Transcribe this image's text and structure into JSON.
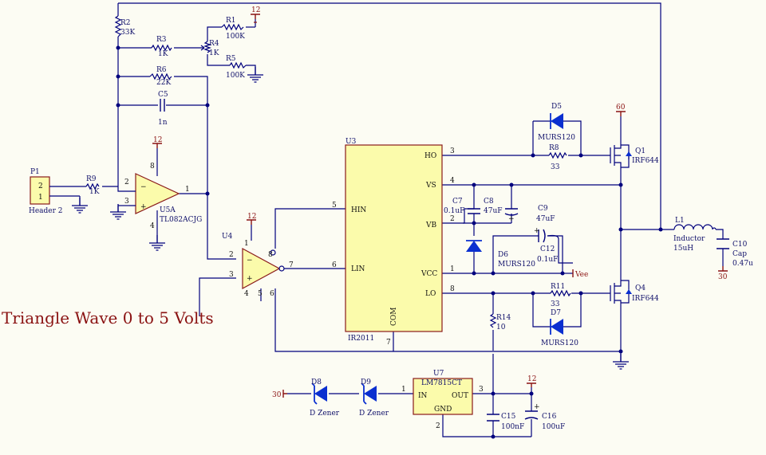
{
  "colors": {
    "wire": "#00007d",
    "ic_fill": "#fbfbab",
    "ic_stroke": "#8a1a1a",
    "power": "#8a1212",
    "diode": "#0a2fd0",
    "text": "#10106a",
    "background": "#fcfcf3"
  },
  "annotation": "Triangle Wave  0 to 5 Volts",
  "labels": [
    {
      "id": "R2",
      "ref": "R2",
      "value": "33K"
    },
    {
      "id": "R3",
      "ref": "R3",
      "value": "1K"
    },
    {
      "id": "R4",
      "ref": "R4",
      "value": "1K"
    },
    {
      "id": "R1",
      "ref": "R1",
      "value": "100K"
    },
    {
      "id": "R5",
      "ref": "R5",
      "value": "100K"
    },
    {
      "id": "R6",
      "ref": "R6",
      "value": "22K"
    },
    {
      "id": "C5",
      "ref": "C5",
      "value": "1n"
    },
    {
      "id": "P1",
      "ref": "P1",
      "value": "Header 2"
    },
    {
      "id": "R9",
      "ref": "R9",
      "value": "1K"
    },
    {
      "id": "U5A",
      "ref": "U5A",
      "value": "TL082ACJG"
    },
    {
      "id": "U4",
      "ref": "U4",
      "value": ""
    },
    {
      "id": "U3",
      "ref": "U3",
      "value": "IR2011"
    },
    {
      "id": "C7",
      "ref": "C7",
      "value": "0.1uF"
    },
    {
      "id": "C8",
      "ref": "C8",
      "value": "47uF"
    },
    {
      "id": "C9",
      "ref": "C9",
      "value": "47uF"
    },
    {
      "id": "C12",
      "ref": "C12",
      "value": "0.1uF"
    },
    {
      "id": "D5",
      "ref": "D5",
      "value": "MURS120"
    },
    {
      "id": "D6",
      "ref": "D6",
      "value": "MURS120"
    },
    {
      "id": "D7",
      "ref": "D7",
      "value": "MURS120"
    },
    {
      "id": "R8",
      "ref": "R8",
      "value": "33"
    },
    {
      "id": "R11",
      "ref": "R11",
      "value": "33"
    },
    {
      "id": "R14",
      "ref": "R14",
      "value": "10"
    },
    {
      "id": "Q1",
      "ref": "Q1",
      "value": "IRF644"
    },
    {
      "id": "Q4",
      "ref": "Q4",
      "value": "IRF644"
    },
    {
      "id": "L1",
      "ref": "L1",
      "value": "Inductor"
    },
    {
      "id": "L1v",
      "ref": "",
      "value": "15uH"
    },
    {
      "id": "C10",
      "ref": "C10",
      "value": "Cap"
    },
    {
      "id": "C10v",
      "ref": "",
      "value": "0.47u"
    },
    {
      "id": "U7",
      "ref": "U7",
      "value": "LM7815CT"
    },
    {
      "id": "D8",
      "ref": "D8",
      "value": "D Zener"
    },
    {
      "id": "D9",
      "ref": "D9",
      "value": "D Zener"
    },
    {
      "id": "C15",
      "ref": "C15",
      "value": "100nF"
    },
    {
      "id": "C16",
      "ref": "C16",
      "value": "100uF"
    }
  ],
  "u3_pins": {
    "ho": "HO",
    "vs": "VS",
    "vb": "VB",
    "vcc": "VCC",
    "lo": "LO",
    "com": "COM",
    "hin": "HIN",
    "lin": "LIN"
  },
  "u7_pins": {
    "in": "IN",
    "out": "OUT",
    "gnd": "GND"
  },
  "pin_numbers": {
    "p1_2": "2",
    "p1_1": "1",
    "u5_2": "2",
    "u5_3": "3",
    "u5_1": "1",
    "u5_8": "8",
    "u5_4": "4",
    "u4_1": "1",
    "u4_8": "8",
    "u4_2": "2",
    "u4_3": "3",
    "u4_4": "4",
    "u4_5": "5",
    "u4_6": "6",
    "u4_7": "7",
    "u3_5": "5",
    "u3_6": "6",
    "u3_3": "3",
    "u3_4": "4",
    "u3_2": "2",
    "u3_1": "1",
    "u3_8": "8",
    "u3_7": "7",
    "u7_1": "1",
    "u7_3": "3",
    "u7_2": "2"
  },
  "power_ports": {
    "r1": "12",
    "u5": "12",
    "u4": "12",
    "q1": "60",
    "c10": "30",
    "d8": "30",
    "c16": "12",
    "vee": "Vee"
  }
}
